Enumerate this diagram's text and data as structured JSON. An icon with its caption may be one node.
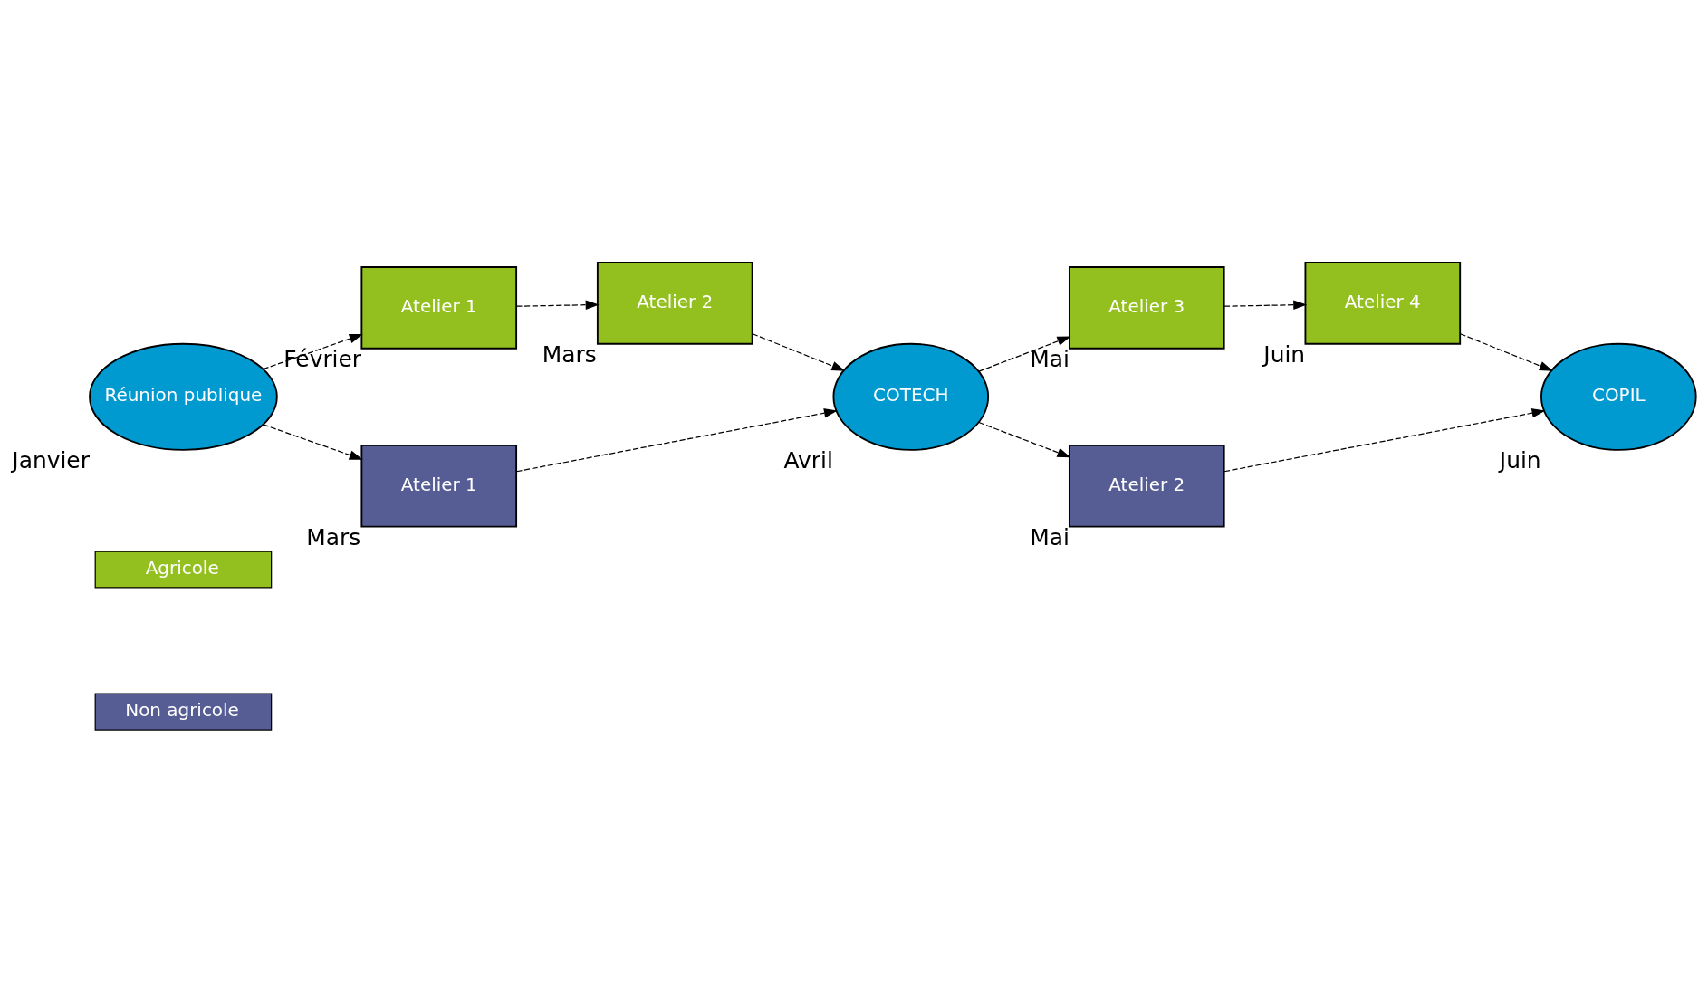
{
  "diagram": {
    "nodes": [
      {
        "text": [
          "Réunion publique"
        ],
        "beside": [
          "Janvier"
        ]
      },
      {
        "text": [
          "Atelier 1"
        ],
        "beside": [
          "Février"
        ]
      },
      {
        "text": [
          "Atelier 2"
        ],
        "beside": [
          "Mars"
        ]
      },
      {
        "text": [
          "COTECH"
        ],
        "beside": [
          "Avril"
        ]
      },
      {
        "text": [
          "Atelier 3"
        ],
        "beside": [
          "Mai"
        ]
      },
      {
        "text": [
          "Atelier 4"
        ],
        "beside": [
          "Juin"
        ]
      },
      {
        "text": [
          "COPIL"
        ],
        "beside": [
          "Juin"
        ]
      },
      {
        "text": [
          "Atelier 1"
        ],
        "beside": [
          "Mars"
        ]
      },
      {
        "text": [
          "Atelier 2"
        ],
        "beside": [
          "Mai"
        ]
      }
    ],
    "edges": [
      {
        "from": 0,
        "to": 1,
        "arrow": "to",
        "style": "dashed"
      },
      {
        "from": 1,
        "to": 2,
        "arrow": "to",
        "style": "dashed"
      },
      {
        "from": 2,
        "to": 3,
        "arrow": "to",
        "style": "dashed"
      },
      {
        "from": 3,
        "to": 4,
        "arrow": "to",
        "style": "dashed"
      },
      {
        "from": 4,
        "to": 5,
        "arrow": "to",
        "style": "dashed"
      },
      {
        "from": 5,
        "to": 6,
        "arrow": "to",
        "style": "dashed"
      },
      {
        "from": 0,
        "to": 7,
        "arrow": "to",
        "style": "dashed"
      },
      {
        "from": 7,
        "to": 3,
        "arrow": "to",
        "style": "dashed"
      },
      {
        "from": 3,
        "to": 8,
        "arrow": "to",
        "style": "dashed"
      },
      {
        "from": 8,
        "to": 6,
        "arrow": "to",
        "style": "dashed"
      }
    ],
    "legend": [
      {
        "text": "Agricole",
        "color": "#93c01f"
      },
      {
        "text": "Non agricole",
        "color": "#565d94"
      }
    ]
  }
}
